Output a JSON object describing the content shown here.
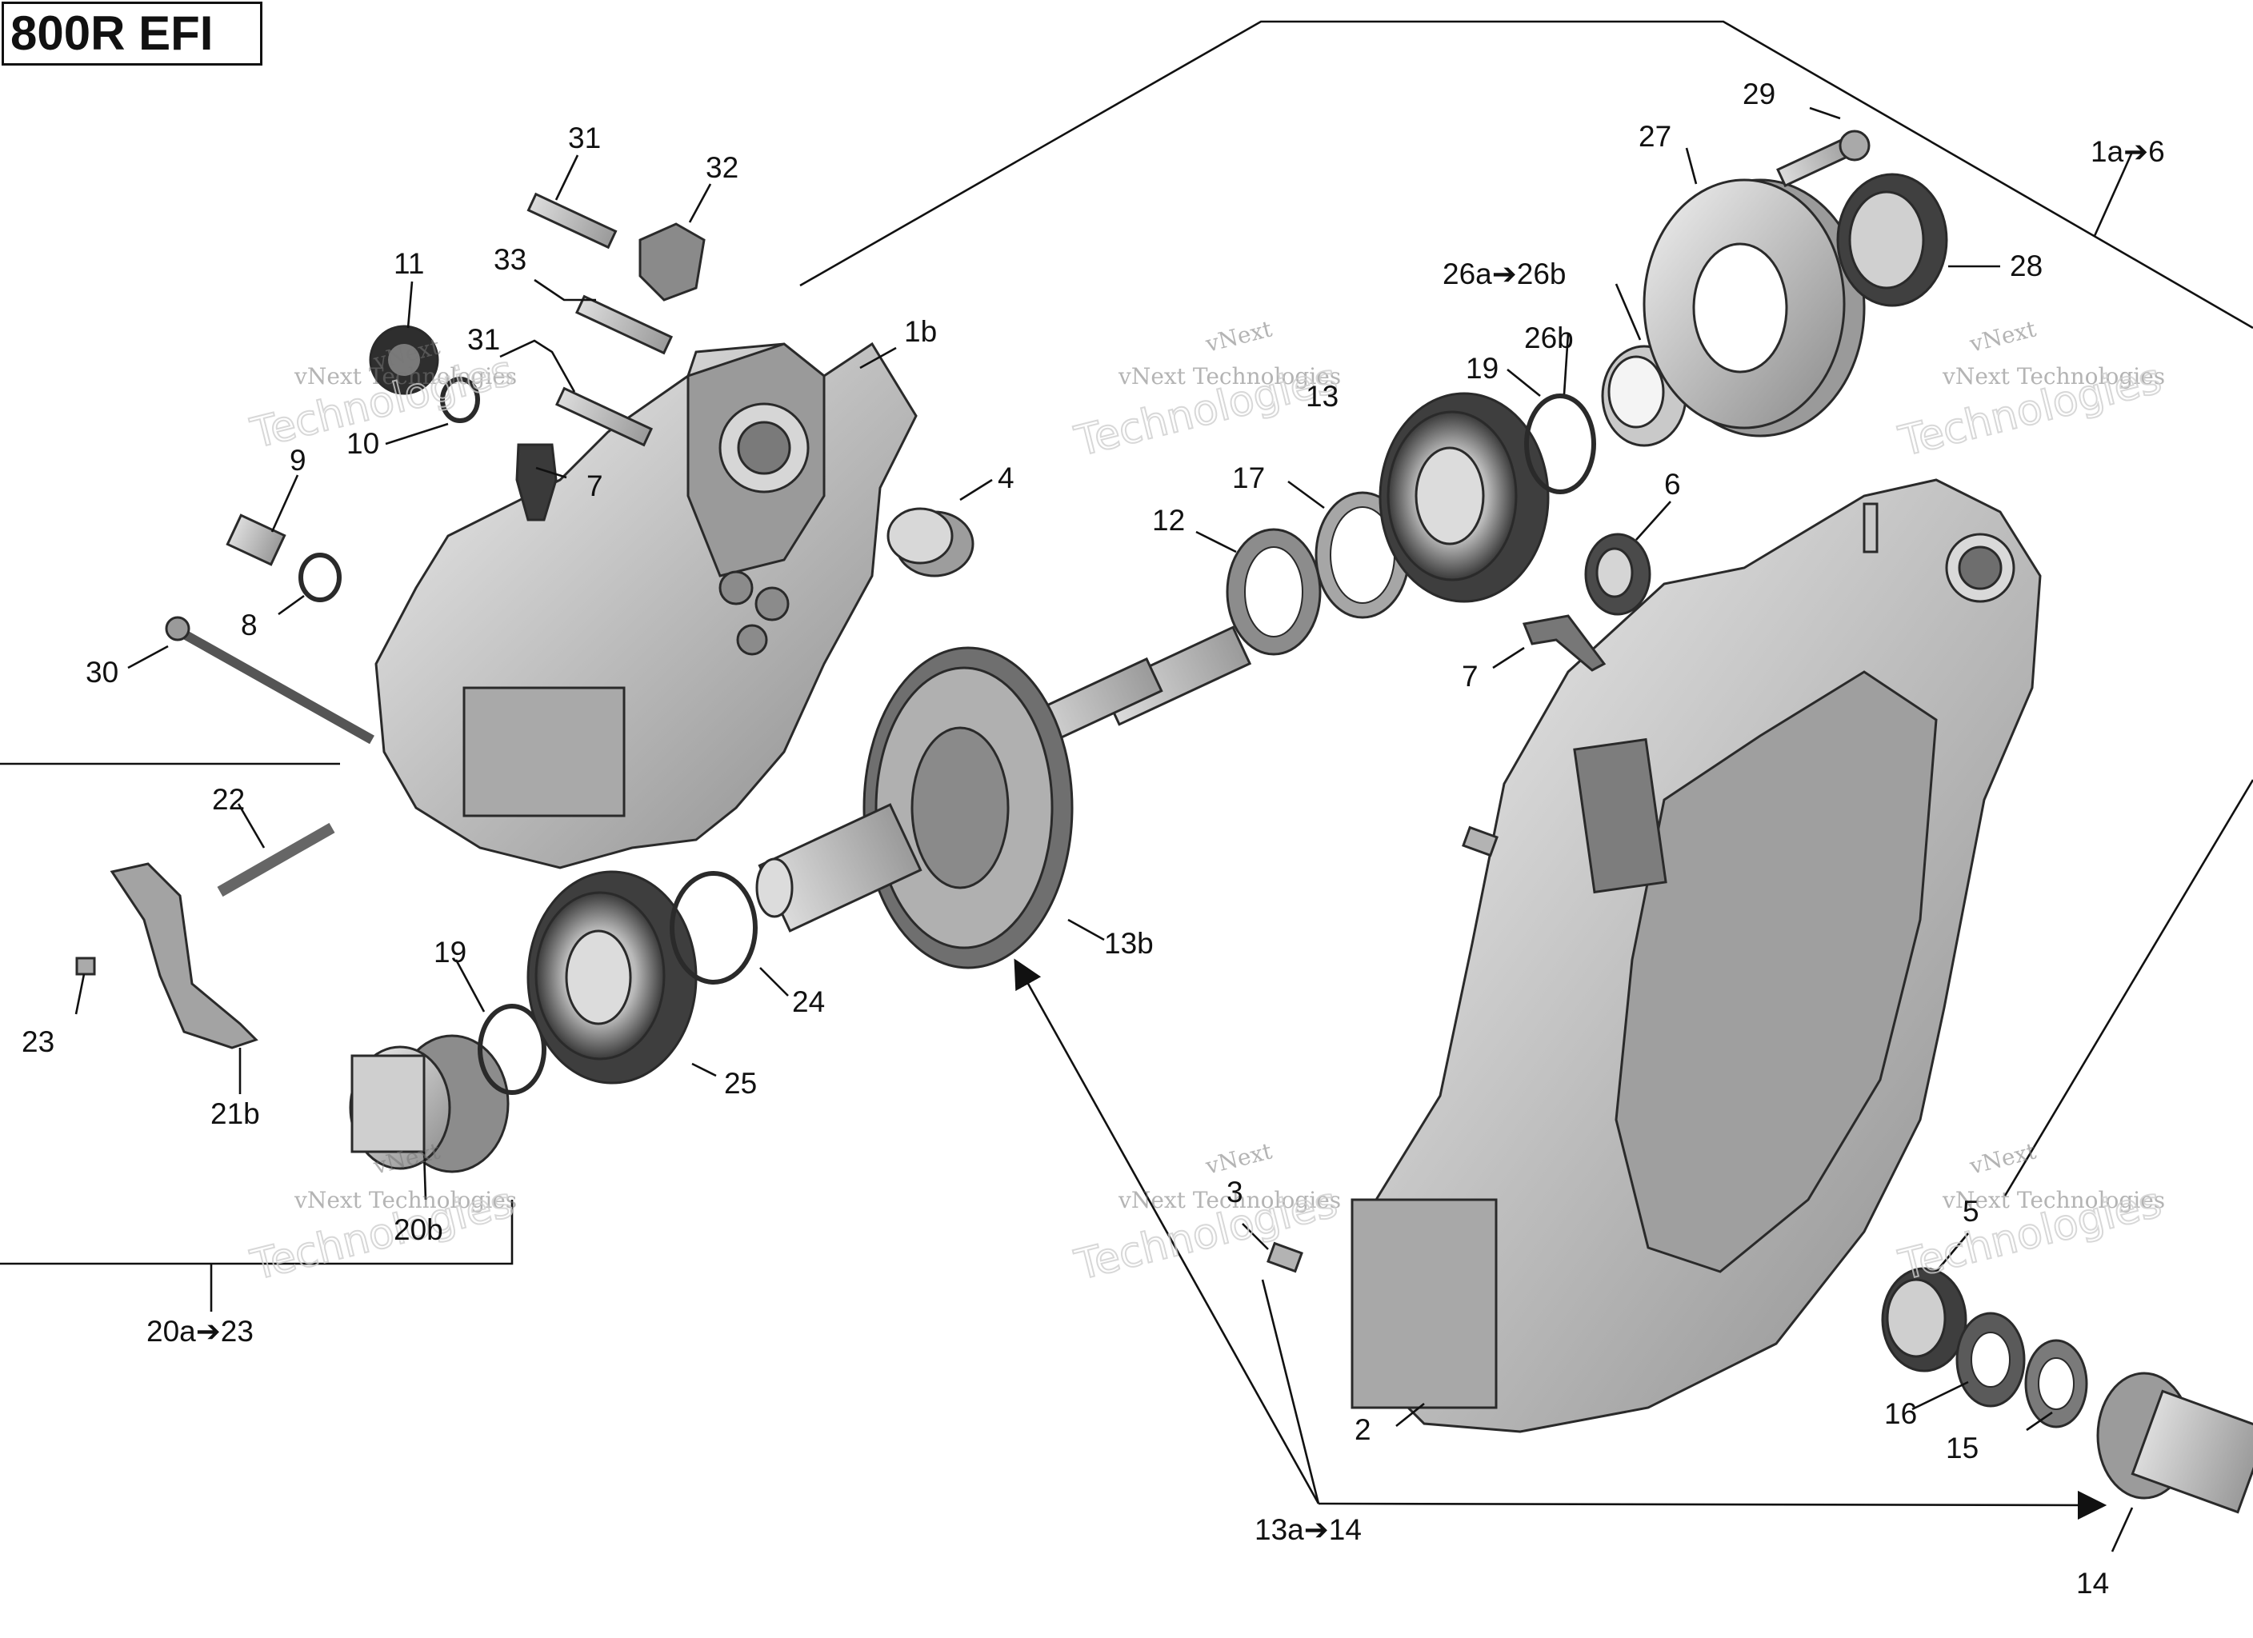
{
  "title": "800R EFI",
  "callouts": {
    "c1b": "1b",
    "c1a6": "1a➔6",
    "c2": "2",
    "c3": "3",
    "c4": "4",
    "c5": "5",
    "c6": "6",
    "c7a": "7",
    "c7b": "7",
    "c8": "8",
    "c9": "9",
    "c10": "10",
    "c11": "11",
    "c12": "12",
    "c13": "13",
    "c13b": "13b",
    "c13a14": "13a➔14",
    "c14": "14",
    "c15": "15",
    "c16": "16",
    "c17": "17",
    "c19a": "19",
    "c19b": "19",
    "c20b": "20b",
    "c20a23": "20a➔23",
    "c21b": "21b",
    "c22": "22",
    "c23": "23",
    "c24": "24",
    "c25": "25",
    "c26ab": "26a➔26b",
    "c26b": "26b",
    "c27": "27",
    "c28": "28",
    "c29": "29",
    "c30": "30",
    "c31a": "31",
    "c31b": "31",
    "c32": "32",
    "c33": "33"
  },
  "watermark": {
    "line1": "vNext",
    "line2": "vNext Technologies",
    "line3": "Technologies"
  }
}
